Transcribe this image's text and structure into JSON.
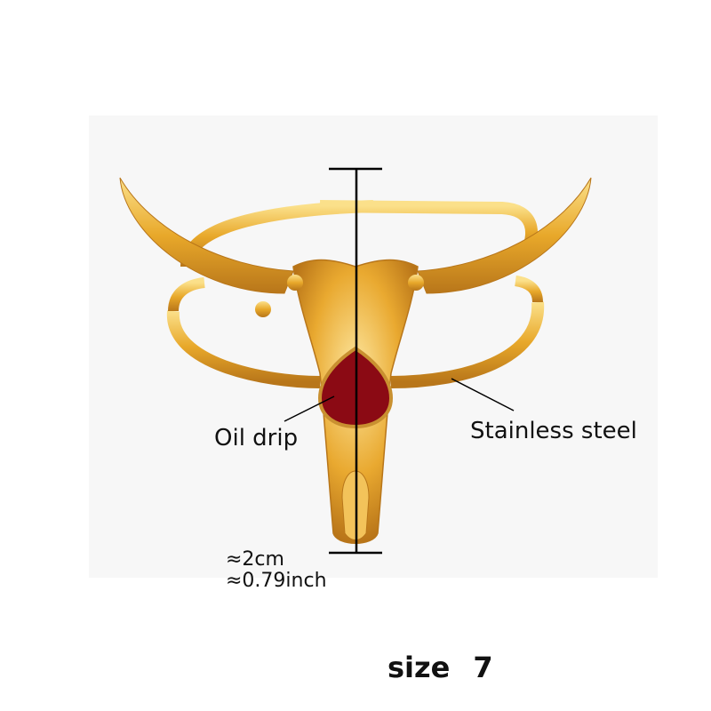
{
  "product": {
    "name": "bull-head-ring",
    "colors": {
      "gold": "#e8a82a",
      "gold_light": "#fbe08a",
      "gold_dark": "#b8761a",
      "enamel": "#8b0a14",
      "line": "#000000"
    }
  },
  "annotations": {
    "oil_drip": "Oil drip",
    "stainless_steel": "Stainless steel",
    "dimension_cm": "≈2cm",
    "dimension_inch": "≈0.79inch"
  },
  "size": {
    "label": "size",
    "value": "7"
  }
}
